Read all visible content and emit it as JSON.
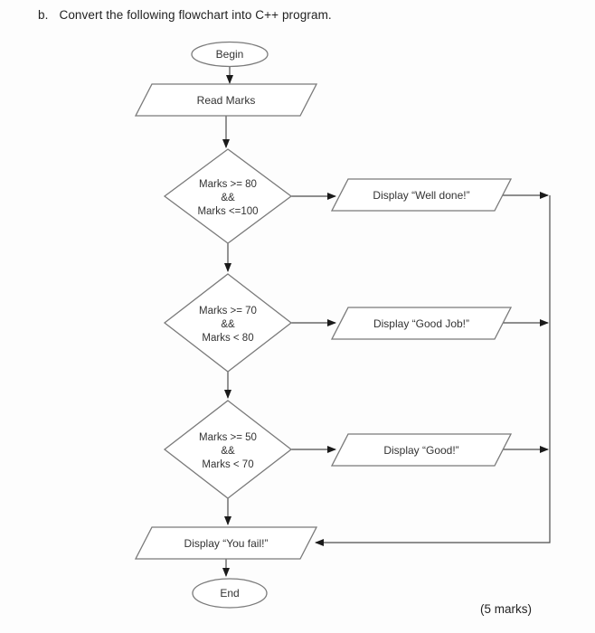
{
  "page": {
    "question_label": "b.",
    "question_text": "Convert the following flowchart into C++ program.",
    "marks_note": "(5 marks)"
  },
  "flowchart": {
    "begin_label": "Begin",
    "read_input_label": "Read Marks",
    "decisions": [
      {
        "condition_line1": "Marks >= 80",
        "condition_line2": "&&",
        "condition_line3": "Marks <=100",
        "display_label": "Display “Well done!”"
      },
      {
        "condition_line1": "Marks >= 70",
        "condition_line2": "&&",
        "condition_line3": "Marks < 80",
        "display_label": "Display “Good Job!”"
      },
      {
        "condition_line1": "Marks >= 50",
        "condition_line2": "&&",
        "condition_line3": "Marks < 70",
        "display_label": "Display “Good!”"
      }
    ],
    "fail_label": "Display “You fail!”",
    "end_label": "End",
    "colors": {
      "shape_stroke": "#7a7a7a",
      "connector_stroke": "#4d4d4d",
      "arrowhead": "#1a1a1a",
      "shape_fill": "#ffffff",
      "text": "#333333"
    }
  }
}
